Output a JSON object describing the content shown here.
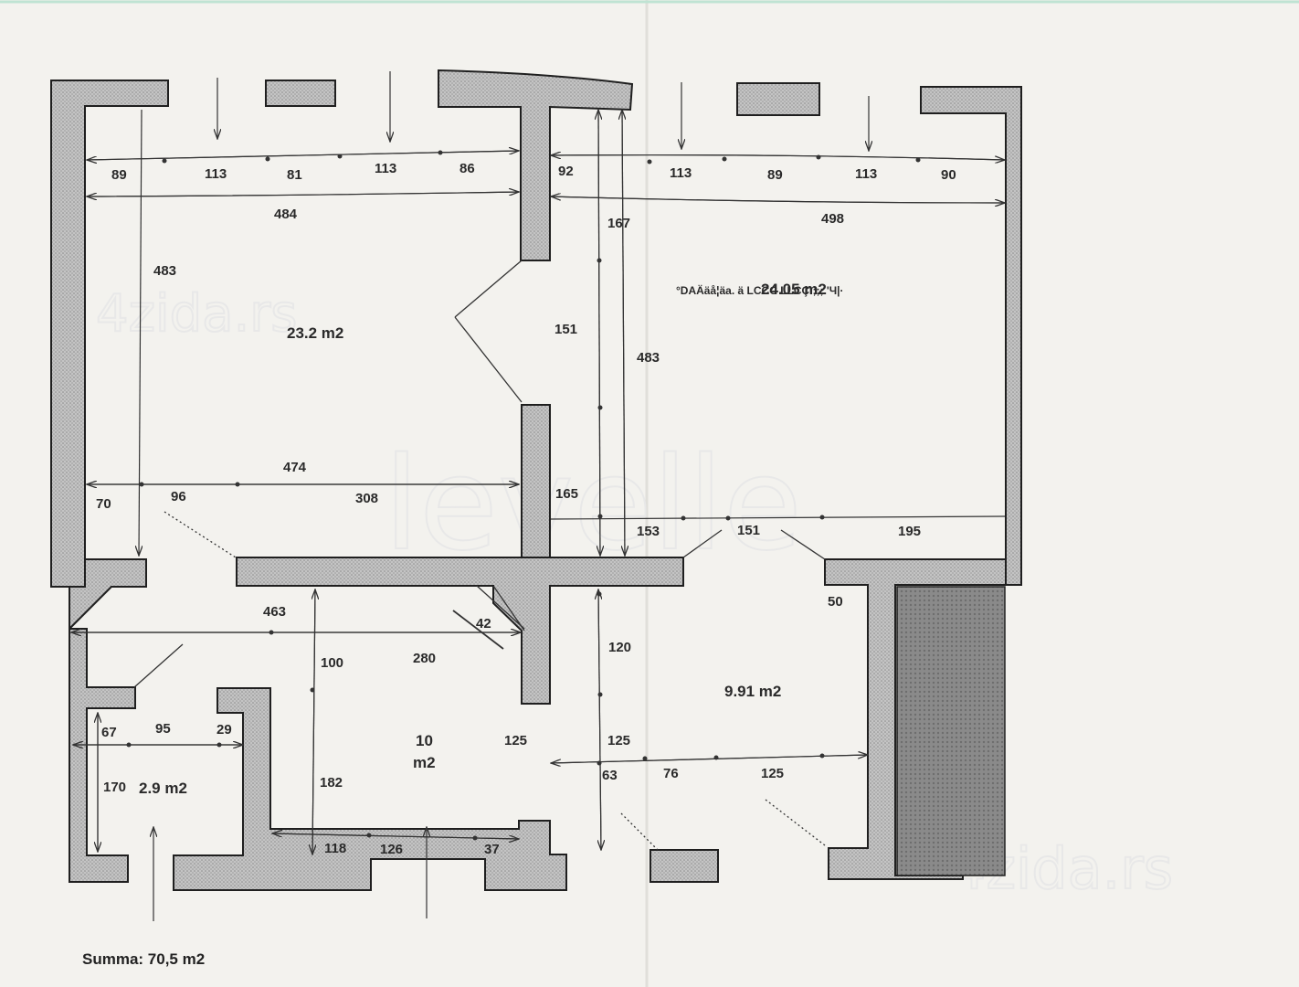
{
  "plan": {
    "areas": {
      "room_a": "23.2 m2",
      "room_b": "24.05 m2",
      "room_c_line1": "10",
      "room_c_line2": "m2",
      "room_d": "9.91 m2",
      "room_e": "2.9 m2"
    },
    "scan_noise": "°DAÄäå¦äa.  ä   LCCC  LLCÇ    ;;;.'Ч|·",
    "dimensions": {
      "top_left": [
        "89",
        "113",
        "81",
        "113",
        "86"
      ],
      "top_right": [
        "92",
        "113",
        "89",
        "113",
        "90"
      ],
      "width_left": "484",
      "width_right": "498",
      "h_left": "483",
      "corridor_top": "167",
      "corridor_mid": "151",
      "corridor_right": "483",
      "corridor_low": "165",
      "mid_width": "474",
      "mid_row": [
        "70",
        "96",
        "308"
      ],
      "right_row": [
        "153",
        "151",
        "195"
      ],
      "door_right": "50",
      "lower_width": "463",
      "diag": "42",
      "lower_inner": "280",
      "lower_h": "100",
      "lower_h2": "182",
      "c_120": "120",
      "c_125a": "125",
      "c_125b": "125",
      "c_63": "63",
      "c_76": "76",
      "c_125c": "125",
      "bath_row": [
        "67",
        "95",
        "29"
      ],
      "bath_h": "170",
      "bottom_row": [
        "118",
        "126",
        "37"
      ]
    },
    "watermarks": {
      "brand_a": "4zida.rs",
      "brand_b": "levelle",
      "brand_c": "4zida.rs"
    }
  },
  "summary": {
    "total": "Summa: 70,5 m2"
  },
  "colors": {
    "wall_fill": "#b9b9b9",
    "wall_stroke": "#1f1f1f",
    "stair_fill": "#7e7e7e",
    "paper": "#f3f2ee"
  }
}
